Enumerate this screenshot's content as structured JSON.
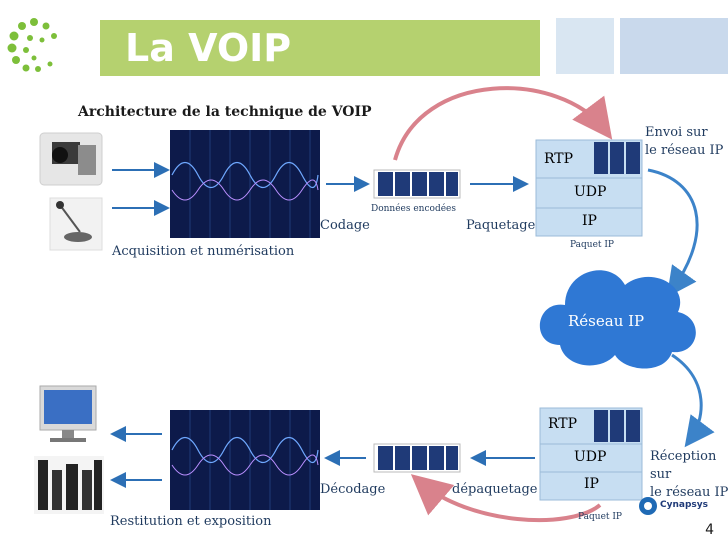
{
  "header": {
    "title": "La VOIP",
    "accent_color": "#b5d16f"
  },
  "subtitle": "Architecture de la technique de VOIP",
  "top_flow": {
    "acquisition": "Acquisition et  numérisation",
    "codage": "Codage",
    "encoded_data": "Données encodées",
    "paquetage": "Paquetage",
    "packet_caption": "Paquet IP",
    "send_note_line1": "Envoi sur",
    "send_note_line2": "le réseau IP"
  },
  "protocols_top": {
    "rtp": "RTP",
    "udp": "UDP",
    "ip": "IP"
  },
  "network": {
    "label": "Réseau IP"
  },
  "bottom_flow": {
    "restitution": "Restitution et exposition",
    "decodage": "Décodage",
    "depaquetage": "dépaquetage",
    "packet_caption": "Paquet IP",
    "receive_note_line1": "Réception",
    "receive_note_line2": "sur",
    "receive_note_line3": "le réseau IP"
  },
  "protocols_bottom": {
    "rtp": "RTP",
    "udp": "UDP",
    "ip": "IP"
  },
  "brand": {
    "name": "Cynapsys"
  },
  "page_number": "4",
  "colors": {
    "arrow_blue": "#2c6fb5",
    "arrow_pink": "#d9828c",
    "cloud": "#2f78d4",
    "segment_blue": "#1f3a78"
  }
}
